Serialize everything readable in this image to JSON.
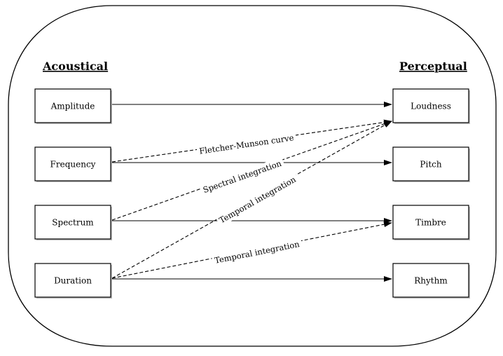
{
  "headings": {
    "left": "Acoustical",
    "right": "Perceptual"
  },
  "acoustical": [
    {
      "id": "amplitude",
      "label": "Amplitude"
    },
    {
      "id": "frequency",
      "label": "Frequency"
    },
    {
      "id": "spectrum",
      "label": "Spectrum"
    },
    {
      "id": "duration",
      "label": "Duration"
    }
  ],
  "perceptual": [
    {
      "id": "loudness",
      "label": "Loudness"
    },
    {
      "id": "pitch",
      "label": "Pitch"
    },
    {
      "id": "timbre",
      "label": "Timbre"
    },
    {
      "id": "rhythm",
      "label": "Rhythm"
    }
  ],
  "edges": [
    {
      "from": "amplitude",
      "to": "loudness",
      "style": "solid",
      "label": ""
    },
    {
      "from": "frequency",
      "to": "pitch",
      "style": "solid",
      "label": ""
    },
    {
      "from": "spectrum",
      "to": "timbre",
      "style": "solid",
      "label": ""
    },
    {
      "from": "duration",
      "to": "rhythm",
      "style": "solid",
      "label": ""
    },
    {
      "from": "frequency",
      "to": "loudness",
      "style": "dashed",
      "label": "Fletcher-Munson curve"
    },
    {
      "from": "spectrum",
      "to": "loudness",
      "style": "dashed",
      "label": "Spectral integration"
    },
    {
      "from": "duration",
      "to": "loudness",
      "style": "dashed",
      "label": "Temporal integration"
    },
    {
      "from": "duration",
      "to": "timbre",
      "style": "dashed",
      "label": "Temporal integration"
    }
  ]
}
